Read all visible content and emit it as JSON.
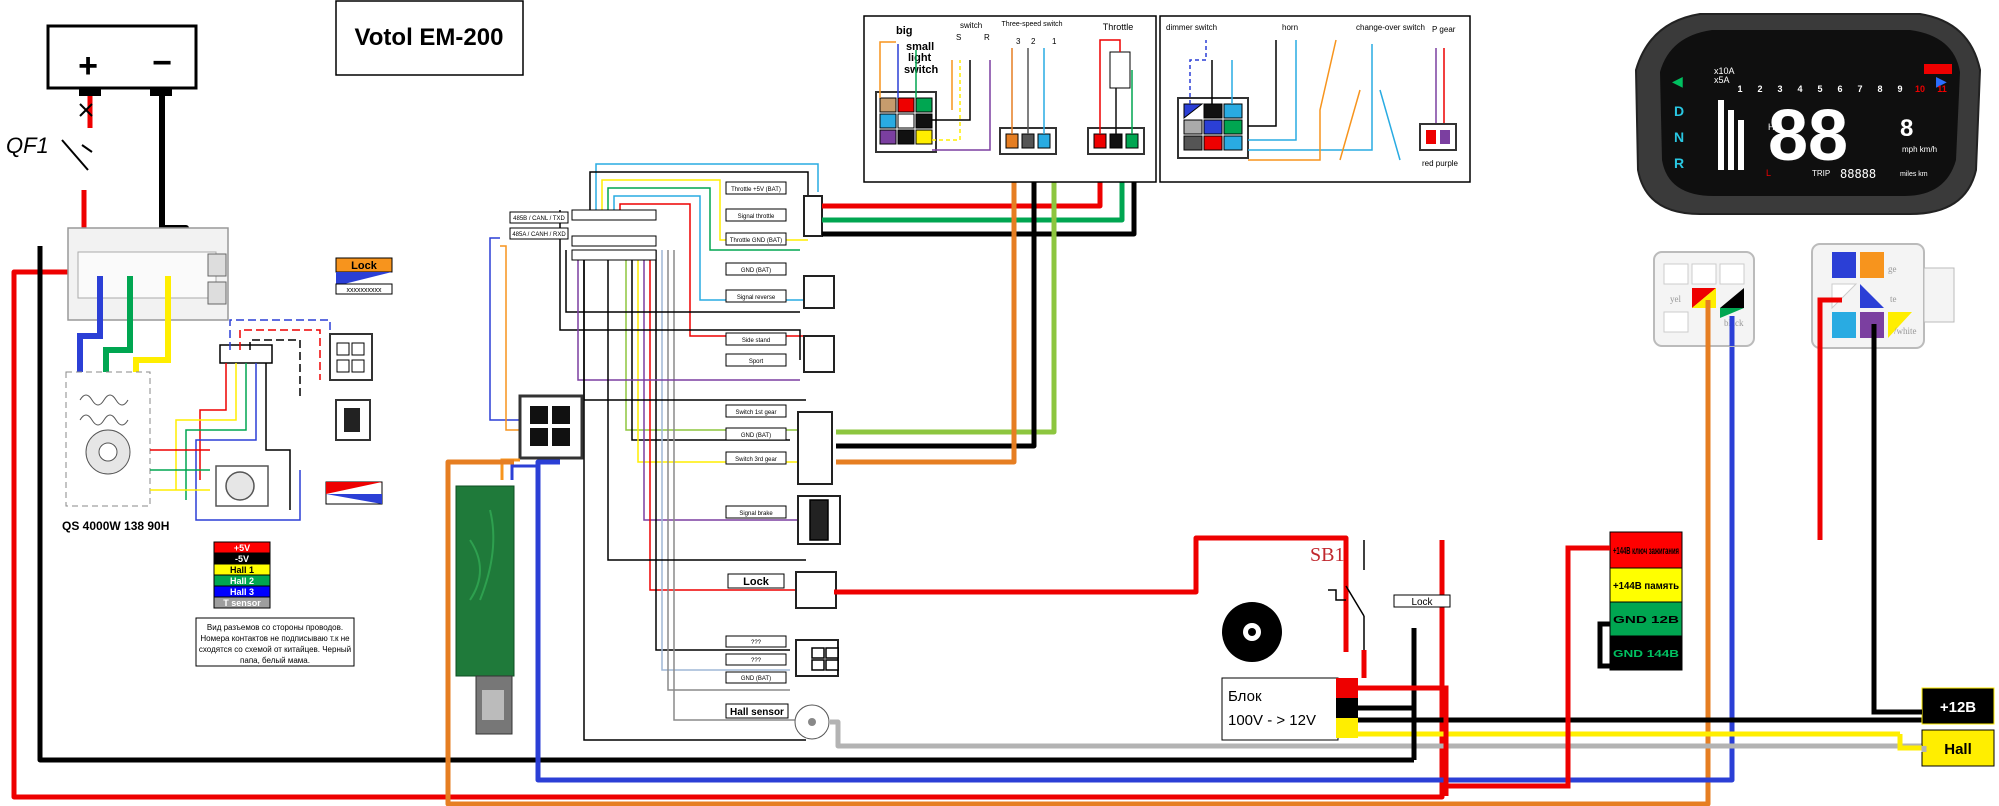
{
  "title": "Votol EM-200",
  "battery": {
    "plus": "+",
    "minus": "−"
  },
  "breaker": "QF1",
  "motor_label": "QS 4000W 138 90H",
  "hall_legend": [
    "+5V",
    "-5V",
    "Hall 1",
    "Hall 2",
    "Hall 3",
    "T sensor"
  ],
  "hall_legend_colors": [
    "#ff0000",
    "#000000",
    "#ffff00",
    "#00a651",
    "#0000ff",
    "#9e9e9e"
  ],
  "note_ru": [
    "Вид разъемов со стороны проводов.",
    "Номера контактов не подписываю т.к не",
    "сходятся со схемой от китайцев. Черный",
    "папа, белый мама."
  ],
  "lock_tag": "Lock",
  "lock_tag_sub": "xxxxxxxxxx",
  "can_labels": [
    "485B / CANL / TXD",
    "485A / CANH / RXD"
  ],
  "controller_signals": [
    "Throttle +5V (BAT)",
    "Signal throttle",
    "Throttle GND (BAT)",
    "GND (BAT)",
    "Signal reverse",
    "Side stand",
    "Sport",
    "Switch 1st gear",
    "GND (BAT)",
    "Switch 3rd gear",
    "Signal brake"
  ],
  "lock_label": "Lock",
  "unknown_labels": [
    "???",
    "???",
    "GND (BAT)"
  ],
  "hall_sensor_label": "Hall sensor",
  "sb1": "SB1",
  "lock_label2": "Lock",
  "dcdc": {
    "line1": "Блок",
    "line2": "100V - > 12V"
  },
  "power_legend": [
    "+144В ключ зажигания",
    "+144В память",
    "GND 12В",
    "GND 144В"
  ],
  "power_legend_colors": [
    "#ff0000",
    "#ffff00",
    "#00a651",
    "#000000"
  ],
  "out_12v": "+12В",
  "out_hall": "Hall",
  "switch_panel": {
    "big": "big",
    "small": "small",
    "light": "light",
    "switch": "switch",
    "switch2": "switch",
    "S": "S",
    "R": "R",
    "three_speed": "Three-speed switch",
    "throttle": "Throttle",
    "three_speed_pins": [
      "3",
      "2",
      "1"
    ]
  },
  "switch_panel2": {
    "dimmer": "dimmer switch",
    "horn": "horn",
    "changeover": "change-over switch",
    "p_gear": "P gear",
    "red_purple": "red purple"
  },
  "dashboard": {
    "gears": [
      "D",
      "N",
      "R"
    ],
    "x10a": "x10A",
    "x5a": "x5A",
    "ticks": [
      "1",
      "2",
      "3",
      "4",
      "5",
      "6",
      "7",
      "8",
      "9",
      "10",
      "11"
    ],
    "digits": "88",
    "trip": "TRIP",
    "odo": "88888",
    "units_speed": "mph km/h",
    "units_dist": "miles km",
    "H": "H",
    "L": "L",
    "gear_digit": "8"
  },
  "plug_labels": {
    "yel": "yel",
    "black": "black",
    "ge": "ge",
    "te": "te",
    "white": "/white"
  }
}
